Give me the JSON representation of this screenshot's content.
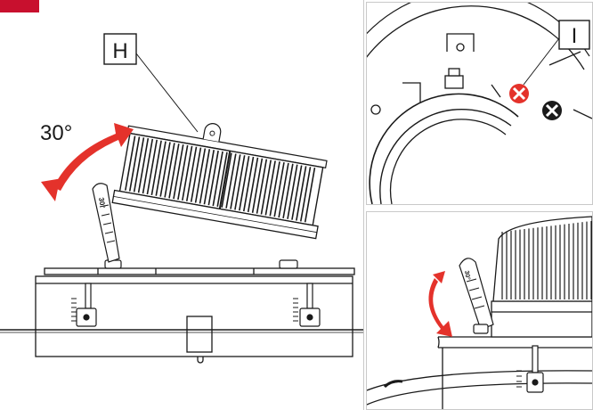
{
  "main": {
    "angle_label": "30°",
    "callout_h": "H",
    "scale_mark": "30°"
  },
  "detail_top": {
    "callout_i": "I"
  },
  "detail_bottom": {
    "scale_mark": "30°"
  },
  "colors": {
    "accent_red": "#e4322b",
    "tab_red": "#c8102e",
    "line": "#1a1a1a",
    "panel_border": "#c9c9c9"
  }
}
